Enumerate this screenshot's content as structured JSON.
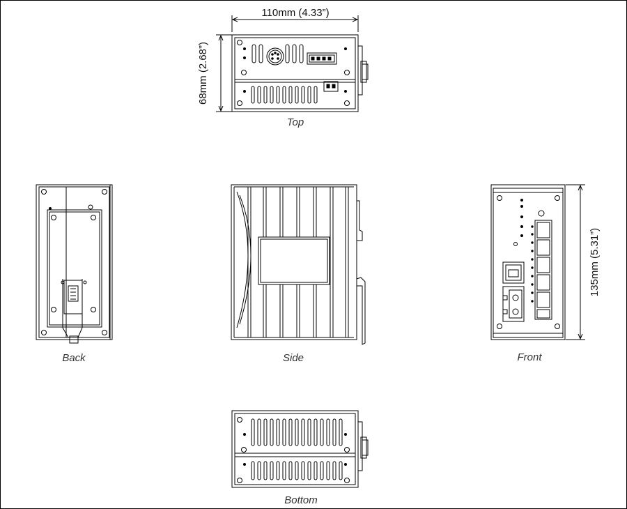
{
  "dimensions": {
    "width_label": "110mm (4.33”)",
    "height_label": "68mm (2.68”)",
    "depth_label": "135mm (5.31”)"
  },
  "views": {
    "top": "Top",
    "back": "Back",
    "side": "Side",
    "front": "Front",
    "bottom": "Bottom"
  },
  "colors": {
    "line": "#000000",
    "label": "#333333"
  }
}
